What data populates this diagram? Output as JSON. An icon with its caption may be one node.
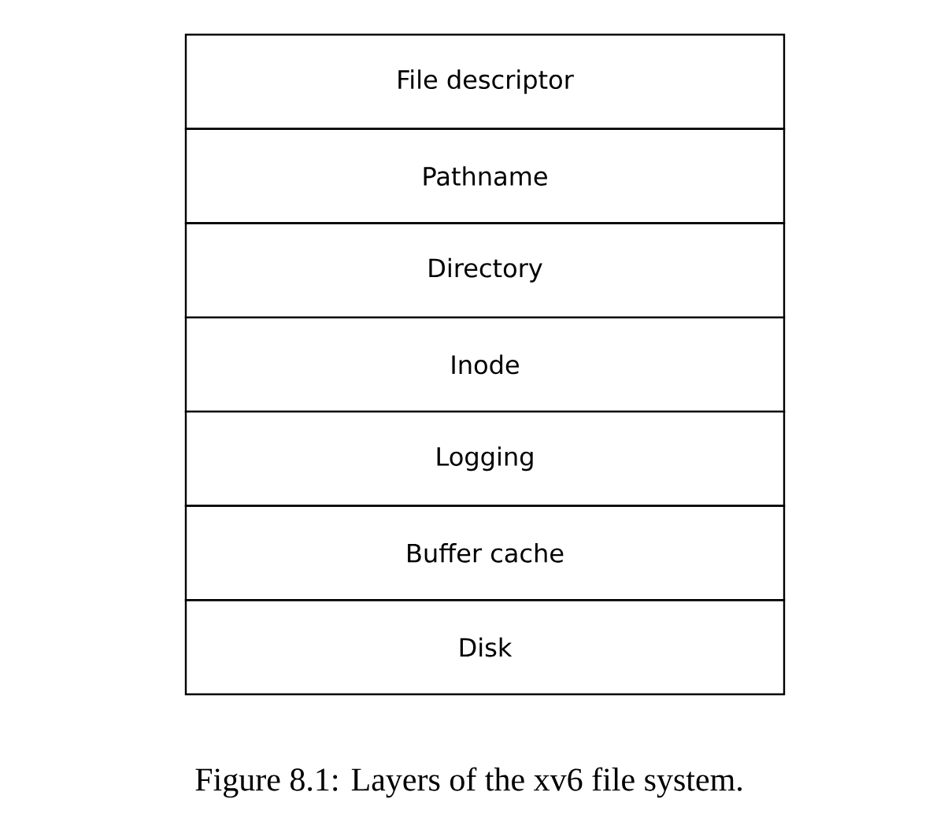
{
  "diagram": {
    "caption": "Figure 8.1: Layers of the xv6 file system.",
    "nodes": [
      {
        "text": [
          "File descriptor"
        ]
      },
      {
        "text": [
          "Pathname"
        ]
      },
      {
        "text": [
          "Directory"
        ]
      },
      {
        "text": [
          "Inode"
        ]
      },
      {
        "text": [
          "Logging"
        ]
      },
      {
        "text": [
          "Buffer cache"
        ]
      },
      {
        "text": [
          "Disk"
        ]
      }
    ]
  }
}
